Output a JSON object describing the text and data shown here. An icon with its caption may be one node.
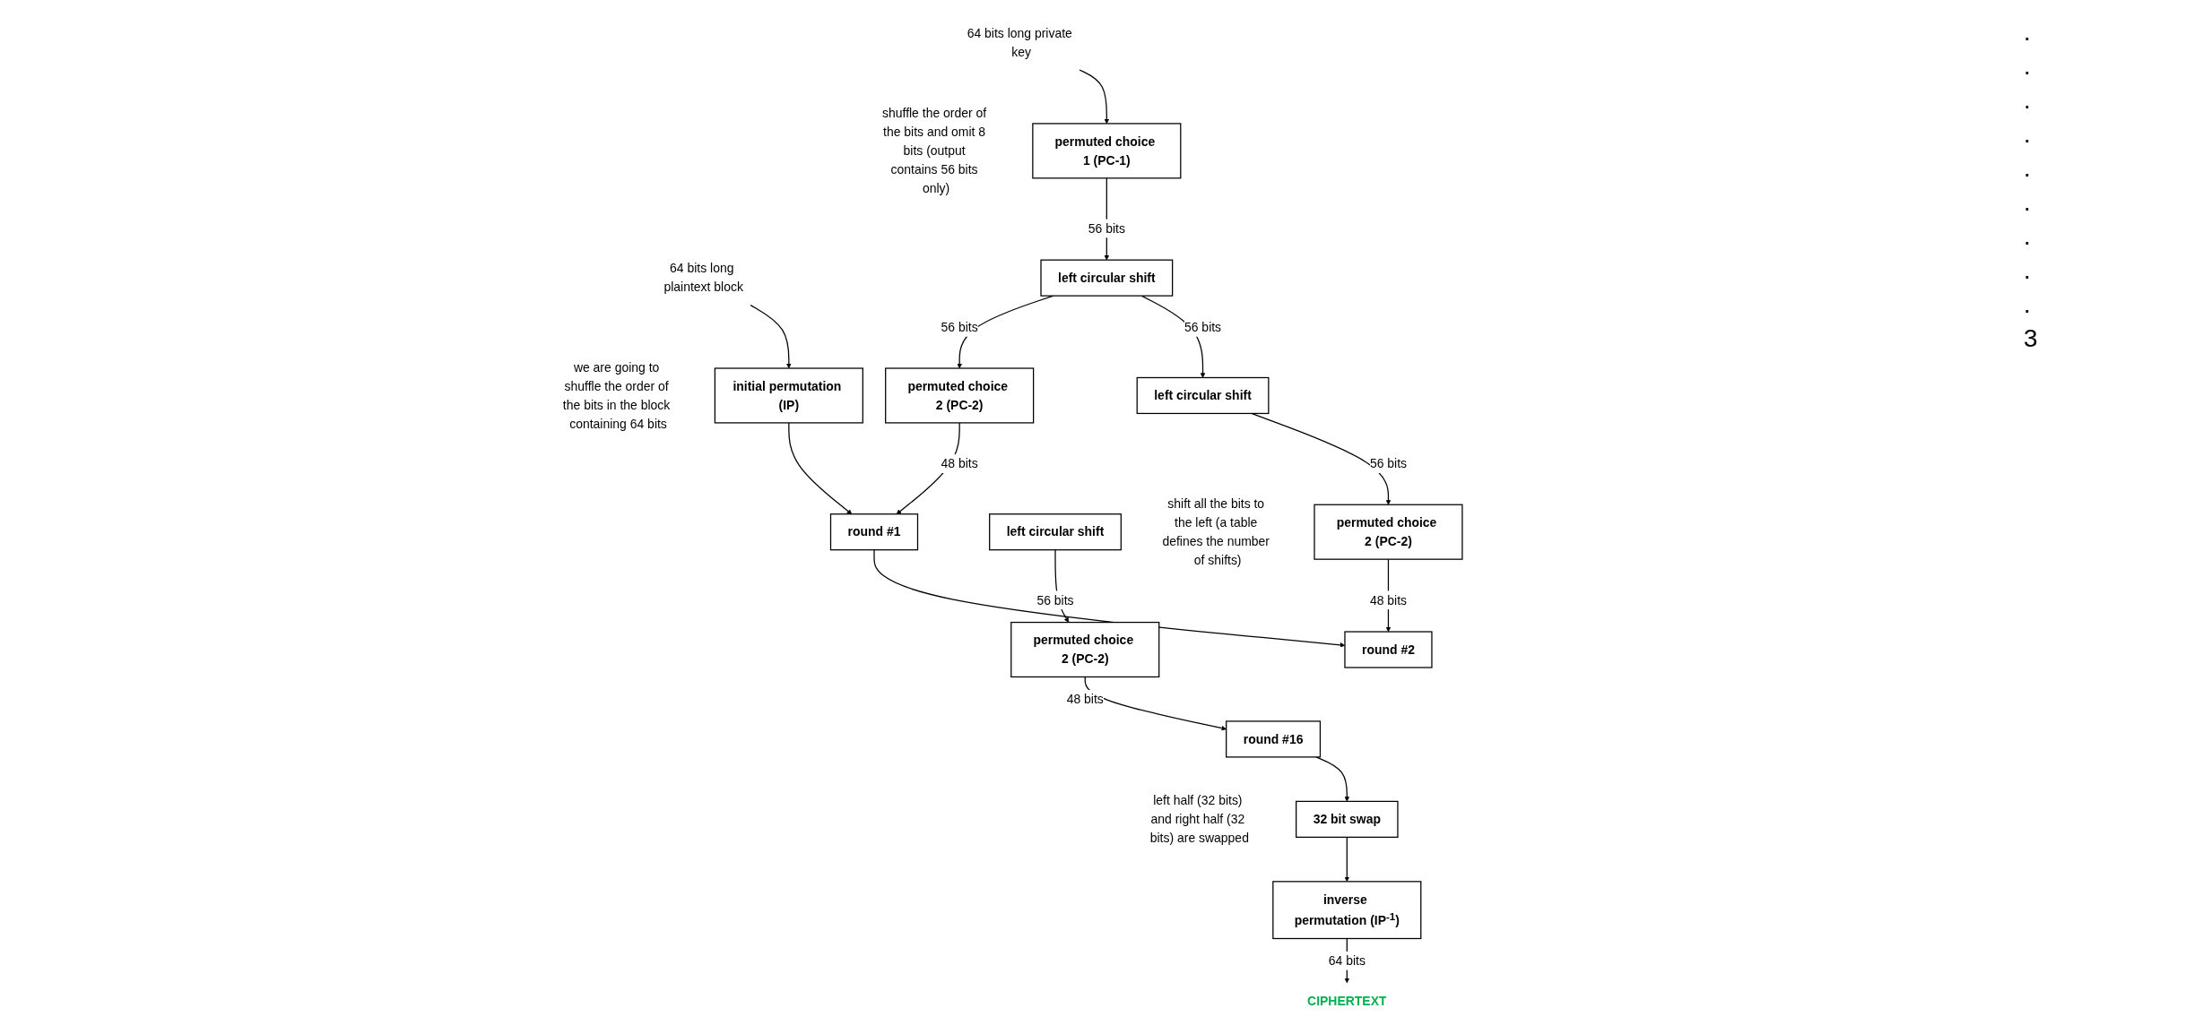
{
  "diagram": {
    "nodes": [
      {
        "text": [
          "64 bits long plaintext block"
        ]
      },
      {
        "text": [
          "initial permutation (IP)"
        ],
        "beside": [
          "we are going to shuffle the order of the bits in the block containing 64 bits"
        ]
      },
      {
        "text": [
          "round #1"
        ]
      },
      {
        "text": [
          "round #2"
        ]
      },
      {
        "text": [
          "round #16"
        ]
      },
      {
        "text": [
          "32 bit swap"
        ],
        "beside": [
          "left half (32 bits) and right half (32 bits) are swapped"
        ]
      },
      {
        "text": [
          "inverse permutation (IP$^{-1}$)"
        ]
      },
      {
        "text": [
          "CIPHERTEXT"
        ]
      },
      {
        "text": [
          "64 bits long private key"
        ]
      },
      {
        "text": [
          "permuted choice 1 (PC-1)"
        ],
        "beside": [
          "shuffle the order of the bits and omit 8 bits (output contains 56 bits only)"
        ]
      },
      {
        "text": [
          "left circular shift"
        ]
      },
      {
        "text": [
          "left circular shift"
        ]
      },
      {
        "text": [
          "left circular shift"
        ],
        "beside": [
          "shift all the bits to the left (a table defines the number of shifts)"
        ]
      },
      {
        "text": [
          "permuted choice 2 (PC-2)"
        ]
      },
      {
        "text": [
          "permuted choice 2 (PC-2)"
        ]
      },
      {
        "text": [
          "permuted choice 2 (PC-2)"
        ]
      }
    ],
    "edges": [
      {
        "from": 0,
        "to": 1,
        "arrow": "to"
      },
      {
        "from": 1,
        "to": 2,
        "arrow": "to"
      },
      {
        "from": 2,
        "to": 3,
        "arrow": "to"
      },
      {
        "from": 4,
        "to": 5,
        "arrow": "to"
      },
      {
        "from": 5,
        "to": 6,
        "arrow": "to"
      },
      {
        "from": 6,
        "to": 7,
        "arrow": "to",
        "label": "64 bits"
      },
      {
        "from": 8,
        "to": 9,
        "arrow": "to"
      },
      {
        "from": 9,
        "to": 10,
        "arrow": "to",
        "label": "56 bits"
      },
      {
        "from": 10,
        "to": 11,
        "arrow": "to",
        "label": "56 bits"
      },
      {
        "from": 10,
        "to": 13,
        "arrow": "to",
        "label": "56 bits"
      },
      {
        "from": 13,
        "to": 2,
        "arrow": "to",
        "label": "48 bits"
      },
      {
        "from": 11,
        "to": 14,
        "arrow": "to",
        "label": "56 bits"
      },
      {
        "from": 14,
        "to": 3,
        "arrow": "to",
        "label": "48 bits"
      },
      {
        "from": 12,
        "to": 15,
        "arrow": "to",
        "label": "56 bits"
      },
      {
        "from": 15,
        "to": 4,
        "arrow": "to",
        "label": "48 bits"
      }
    ],
    "labels": [
      ".",
      ".",
      ".",
      ".",
      ".",
      ".",
      ".",
      ".",
      ".",
      "3"
    ]
  }
}
